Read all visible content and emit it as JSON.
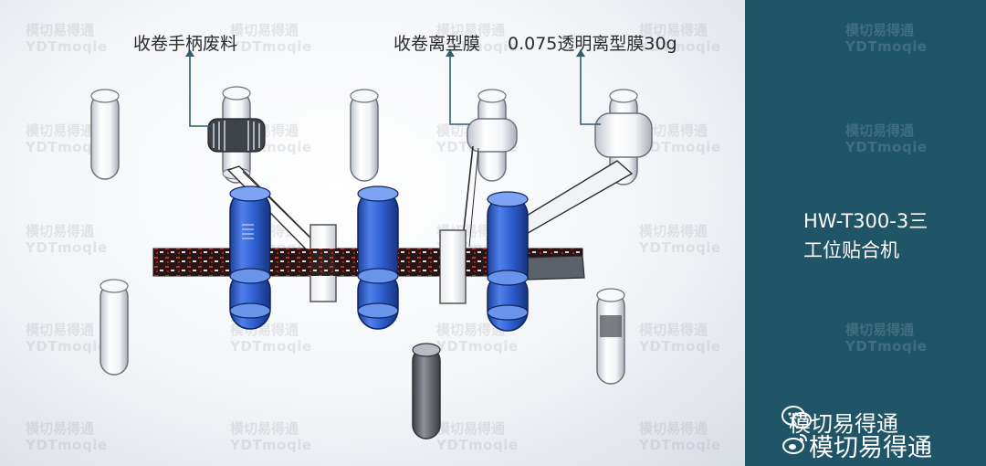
{
  "labels": {
    "waste": "收卷手柄废料",
    "release_film": "收卷离型膜",
    "clear_film": "0.075透明离型膜30g"
  },
  "side_panel": {
    "model_line1": "HW-T300-3三",
    "model_line2": "工位贴合机"
  },
  "brand": {
    "name_small": "模切易得通",
    "name_large": "模切易得通"
  },
  "watermark": {
    "cn": "模切易得通",
    "en": "YDTmoqie"
  },
  "colors": {
    "side_panel": "#1f5567",
    "blue_roller": "#2f5fcf",
    "callout_line": "#2b6070",
    "material_strip": "#2a1a1a"
  }
}
